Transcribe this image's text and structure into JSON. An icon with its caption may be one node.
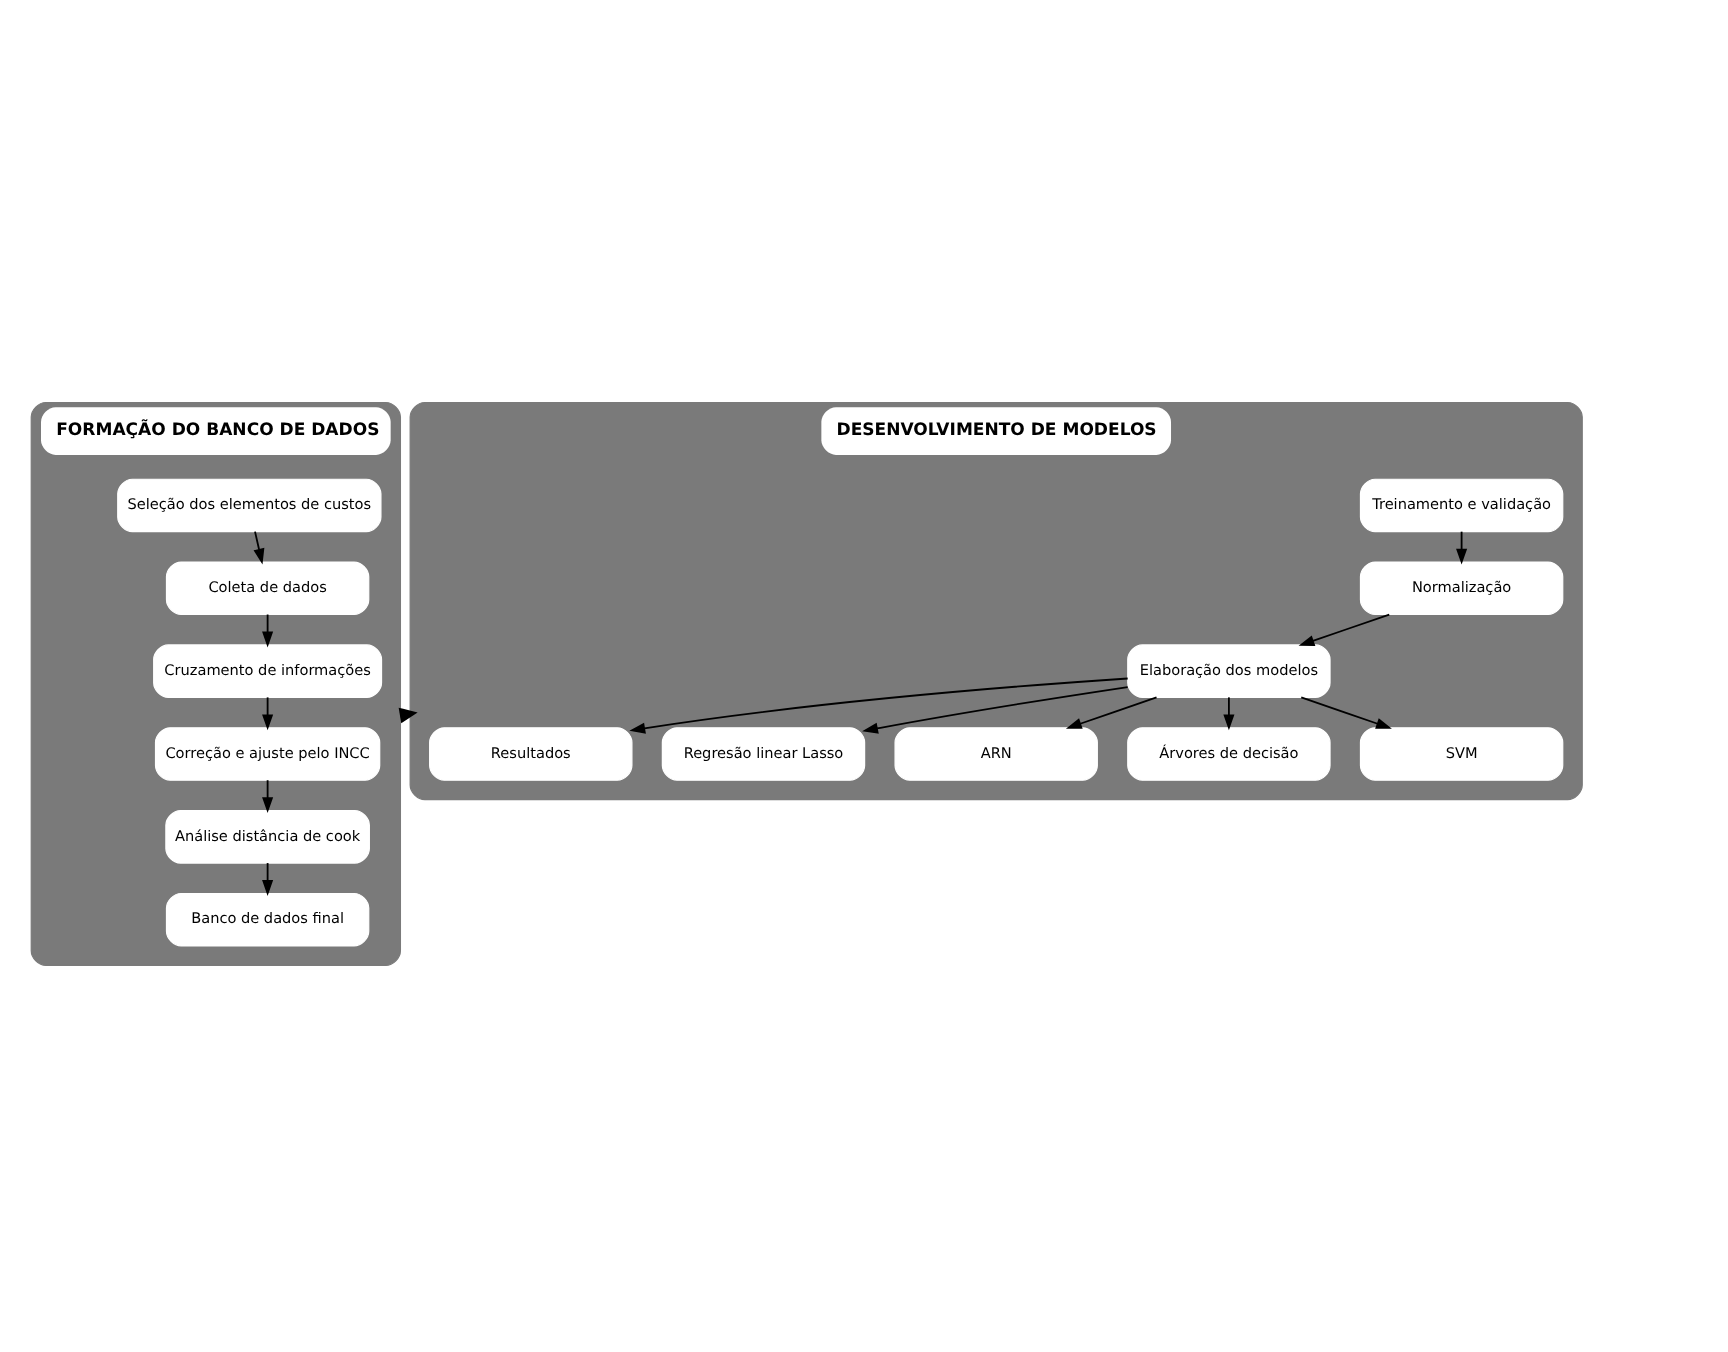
{
  "diagram": {
    "nodes": [
      {
        "text": [
          "FORMAÇÃO DO BANCO DE DADOS"
        ]
      },
      {
        "text": [
          "Seleção dos elementos de custos"
        ],
        "in": 0
      },
      {
        "text": [
          "Coleta de dados"
        ],
        "in": 0
      },
      {
        "text": [
          "Cruzamento de informações"
        ],
        "in": 0
      },
      {
        "text": [
          "Correção e ajuste pelo INCC"
        ],
        "in": 0
      },
      {
        "text": [
          "Análise distância de cook"
        ],
        "in": 0
      },
      {
        "text": [
          "Banco de dados final"
        ],
        "in": 0
      },
      {
        "text": [
          "DESENVOLVIMENTO DE MODELOS"
        ]
      },
      {
        "text": [
          "Treinamento e validação"
        ],
        "in": 7
      },
      {
        "text": [
          "Normalização"
        ],
        "in": 7
      },
      {
        "text": [
          "Elaboração dos modelos"
        ],
        "in": 7
      },
      {
        "text": [
          "Resultados"
        ],
        "in": 7
      },
      {
        "text": [
          "Regresão linear Lasso"
        ],
        "in": 7
      },
      {
        "text": [
          "ARN"
        ],
        "in": 7
      },
      {
        "text": [
          "Árvores de decisão"
        ],
        "in": 7
      },
      {
        "text": [
          "SVM"
        ],
        "in": 7
      }
    ],
    "edges": [
      {
        "from": 1,
        "to": 2,
        "arrow": "to"
      },
      {
        "from": 2,
        "to": 3,
        "arrow": "to"
      },
      {
        "from": 3,
        "to": 4,
        "arrow": "to"
      },
      {
        "from": 4,
        "to": 5,
        "arrow": "to"
      },
      {
        "from": 5,
        "to": 6,
        "arrow": "to"
      },
      {
        "from": 0,
        "to": 7,
        "arrow": "to",
        "style": "thick"
      },
      {
        "from": 8,
        "to": 9,
        "arrow": "to"
      },
      {
        "from": 9,
        "to": 10,
        "arrow": "to"
      },
      {
        "from": 10,
        "to": 11,
        "arrow": "to"
      },
      {
        "from": 10,
        "to": 12,
        "arrow": "to"
      },
      {
        "from": 10,
        "to": 13,
        "arrow": "to"
      },
      {
        "from": 10,
        "to": 14,
        "arrow": "to"
      },
      {
        "from": 10,
        "to": 15,
        "arrow": "to"
      }
    ]
  }
}
